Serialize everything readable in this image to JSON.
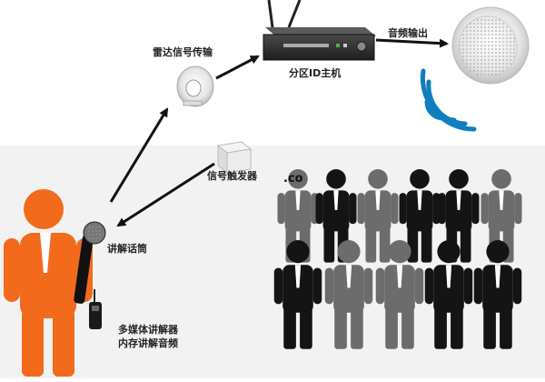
{
  "labels": {
    "radar_transmission": "雷达信号传输",
    "zone_host": "分区ID主机",
    "audio_output": "音频输出",
    "signal_trigger": "信号触发器",
    "microphone": "讲解话筒",
    "guide_device_line1": "多媒体讲解器",
    "guide_device_line2": "内存讲解音频"
  },
  "colors": {
    "guide_person": "#f26b1d",
    "crowd_dark": "#141414",
    "crowd_gray": "#6c6c6c",
    "signal_waves": "#0f7fbf",
    "arrow": "#111111",
    "floor": "#efefef"
  },
  "crowd": {
    "back_row": [
      "gray",
      "dark",
      "gray",
      "dark",
      "dark",
      "gray"
    ],
    "front_row": [
      "dark",
      "gray",
      "gray",
      "dark",
      "dark",
      "dark"
    ]
  }
}
